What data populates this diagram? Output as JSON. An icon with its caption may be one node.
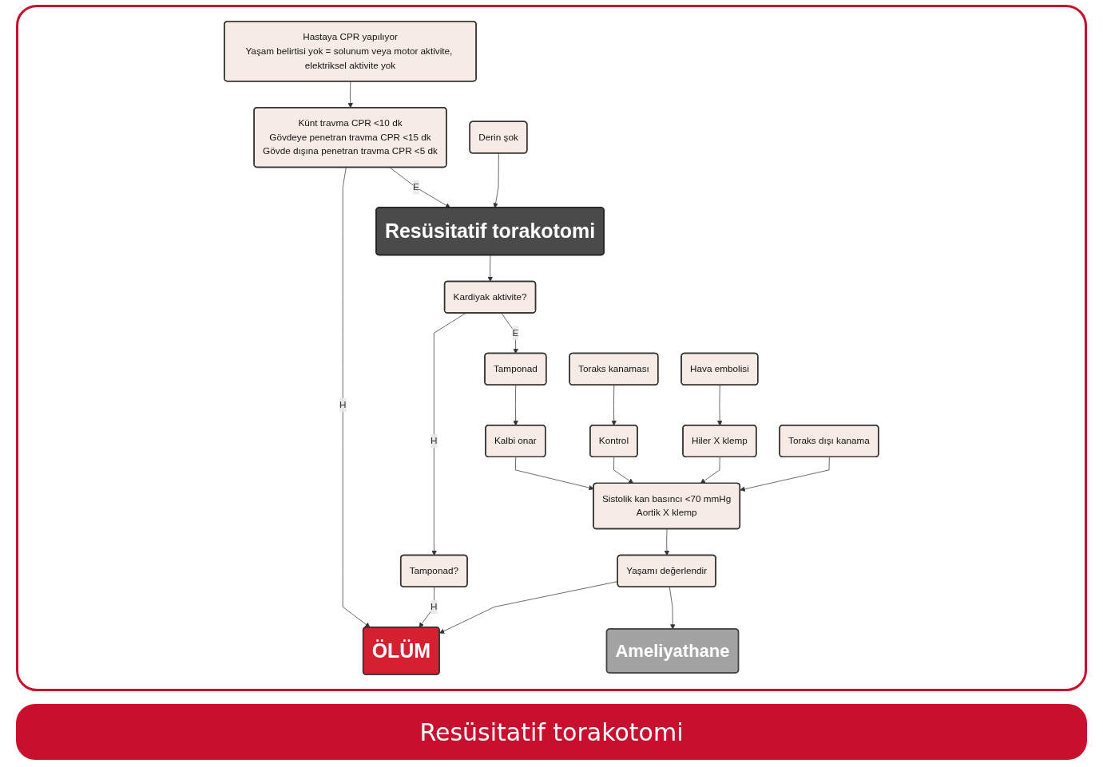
{
  "diagram": {
    "caption": "Resüsitatif torakotomi",
    "nodes": [
      {
        "text": [
          "Hastaya CPR yapılıyor",
          "Yaşam belirtisi yok = solunum veya motor aktivite, elektriksel aktivite yok"
        ]
      },
      {
        "text": [
          "Künt travma CPR <10 dk",
          "Gövdeye penetran travma CPR <15 dk",
          "Gövde dışına penetran travma CPR <5 dk"
        ]
      },
      {
        "text": [
          "ÖLÜM"
        ]
      },
      {
        "text": [
          "Derin şok"
        ]
      },
      {
        "text": [
          "Resüsitatif torakotomi"
        ]
      },
      {
        "text": [
          "Kardiyak aktivite?"
        ]
      },
      {
        "text": [
          "Tamponad?"
        ]
      },
      {
        "text": [
          "Tamponad"
        ]
      },
      {
        "text": [
          "Kalbi onar"
        ]
      },
      {
        "text": [
          "Toraks kanaması"
        ]
      },
      {
        "text": [
          "Kontrol"
        ]
      },
      {
        "text": [
          "Hava embolisi"
        ]
      },
      {
        "text": [
          "Hiler X klemp"
        ]
      },
      {
        "text": [
          "Toraks dışı kanama"
        ]
      },
      {
        "text": [
          "Sistolik kan basıncı <70 mmHg",
          "Aortik X klemp"
        ]
      },
      {
        "text": [
          "Yaşamı değerlendir"
        ]
      },
      {
        "text": [
          "Ameliyathane"
        ]
      }
    ],
    "edges": [
      {
        "from": 0,
        "to": 1,
        "arrow": "to"
      },
      {
        "from": 1,
        "to": 2,
        "arrow": "to",
        "label": "H"
      },
      {
        "from": 1,
        "to": 4,
        "arrow": "to",
        "label": "E"
      },
      {
        "from": 3,
        "to": 4,
        "arrow": "to"
      },
      {
        "from": 4,
        "to": 5,
        "arrow": "to"
      },
      {
        "from": 5,
        "to": 6,
        "arrow": "to",
        "label": "H"
      },
      {
        "from": 6,
        "to": 2,
        "arrow": "to",
        "label": "H"
      },
      {
        "from": 5,
        "to": 7,
        "arrow": "to",
        "label": "E"
      },
      {
        "from": 7,
        "to": 8,
        "arrow": "to"
      },
      {
        "from": 9,
        "to": 10,
        "arrow": "to"
      },
      {
        "from": 11,
        "to": 12,
        "arrow": "to"
      },
      {
        "from": 8,
        "to": 14,
        "arrow": "to"
      },
      {
        "from": 10,
        "to": 14,
        "arrow": "to"
      },
      {
        "from": 12,
        "to": 14,
        "arrow": "to"
      },
      {
        "from": 13,
        "to": 14,
        "arrow": "to"
      },
      {
        "from": 14,
        "to": 15,
        "arrow": "to"
      },
      {
        "from": 15,
        "to": 2,
        "arrow": "to"
      },
      {
        "from": 15,
        "to": 16,
        "arrow": "to"
      }
    ]
  }
}
